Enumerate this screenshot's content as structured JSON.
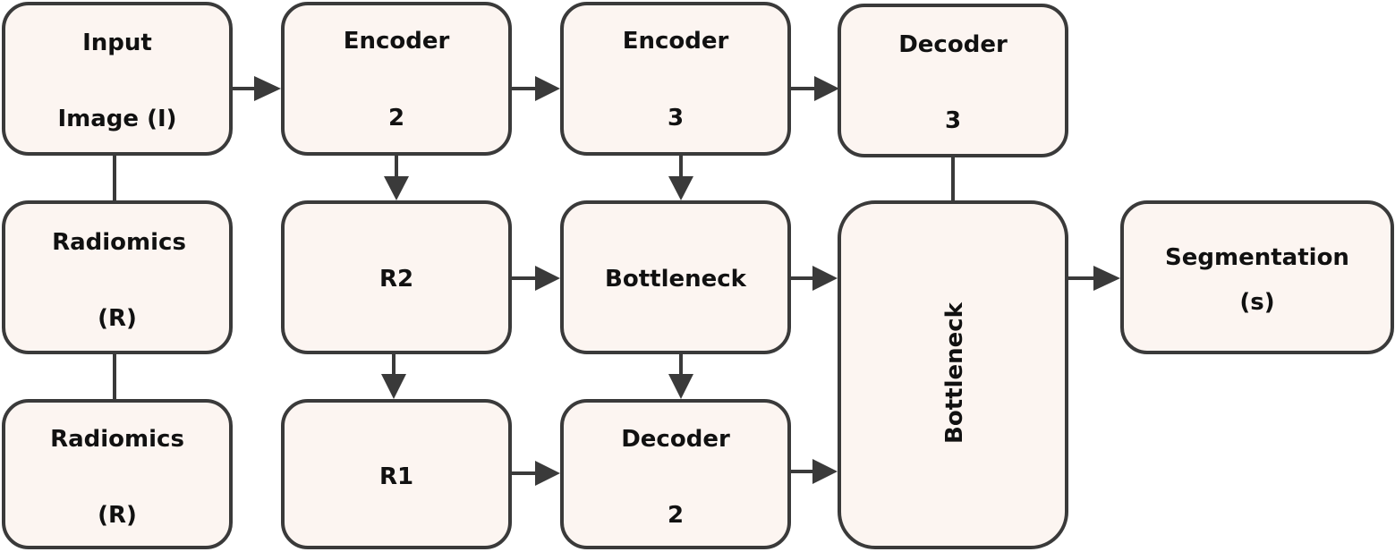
{
  "nodes": {
    "input_image": {
      "line1": "Input",
      "line2": "Image (I)"
    },
    "encoder_2": {
      "line1": "Encoder",
      "line2": "2"
    },
    "encoder_3": {
      "line1": "Encoder",
      "line2": "3"
    },
    "decoder_3": {
      "line1": "Decoder",
      "line2": "3"
    },
    "radiomics_top": {
      "line1": "Radiomics",
      "line2": "(R)"
    },
    "r2": {
      "label": "R2"
    },
    "bottleneck_mid": {
      "label": "Bottleneck"
    },
    "bottleneck_tall": {
      "label": "Bottleneck"
    },
    "segmentation": {
      "line1": "Segmentation",
      "line2": "(s)"
    },
    "radiomics_bottom": {
      "line1": "Radiomics",
      "line2": "(R)"
    },
    "r1": {
      "label": "R1"
    },
    "decoder_2": {
      "line1": "Decoder",
      "line2": "2"
    }
  },
  "colors": {
    "box_fill": "#fcf5f1",
    "stroke": "#3a3a3a",
    "text": "#111111",
    "background": "#ffffff"
  }
}
